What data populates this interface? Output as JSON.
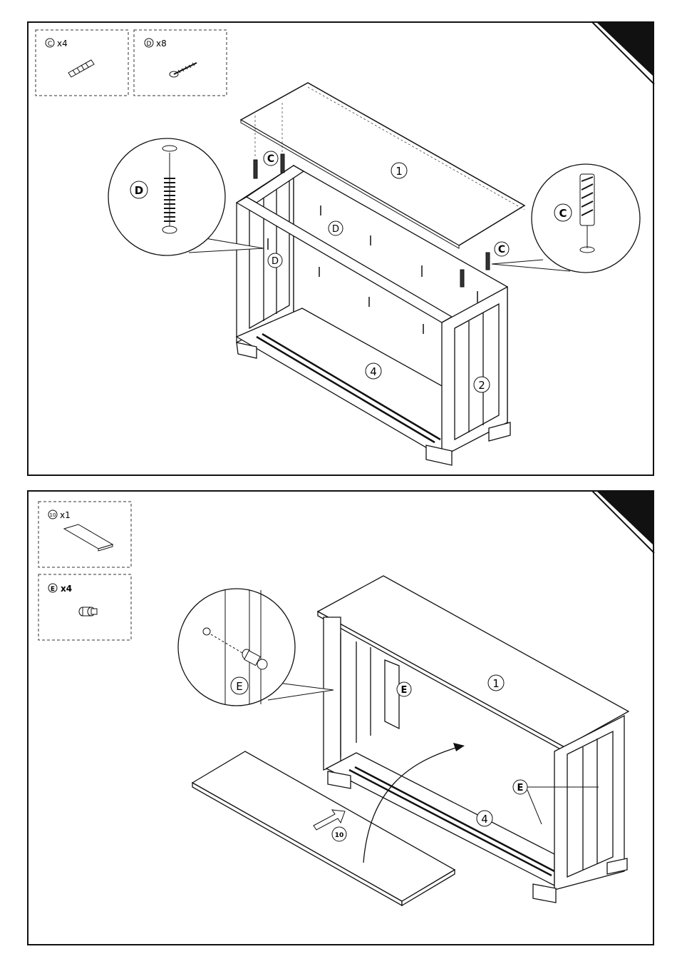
{
  "step1": {
    "parts": [
      {
        "id": "C",
        "qty": "x4",
        "icon": "dowel-icon"
      },
      {
        "id": "D",
        "qty": "x8",
        "icon": "screw-icon"
      }
    ],
    "labels": {
      "top_panel": "1",
      "side_panel": "2",
      "bottom_panel": "4",
      "dowel_tag_a": "C",
      "dowel_tag_b": "C",
      "screw_tag_a": "D",
      "screw_tag_b": "D",
      "zoom_left": "D",
      "zoom_right": "C"
    }
  },
  "step2": {
    "parts": [
      {
        "id": "10",
        "qty": "x1",
        "icon": "board-icon"
      },
      {
        "id": "E",
        "qty": "x4",
        "icon": "shelf-pin-icon"
      }
    ],
    "labels": {
      "top_panel": "1",
      "bottom_panel": "4",
      "back_board": "10",
      "pin_tag_a": "E",
      "pin_tag_b": "E",
      "zoom_left": "E"
    }
  },
  "colors": {
    "ink": "#111111",
    "paper": "#ffffff",
    "corner": "#111111"
  }
}
